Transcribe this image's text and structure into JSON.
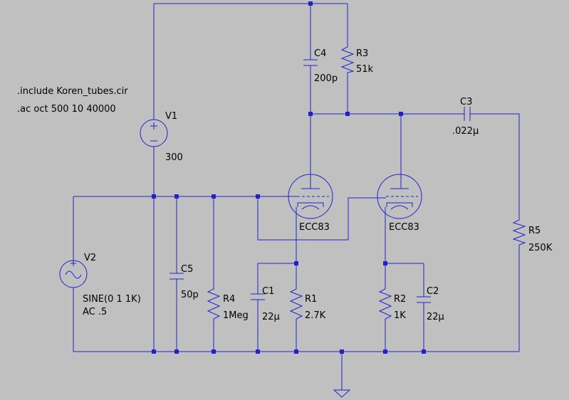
{
  "directives": [
    ".include Koren_tubes.cir",
    ".ac oct 500 10 40000"
  ],
  "colors": {
    "background": "#c0c0c0",
    "wire": "#2222cc",
    "text": "#000000"
  },
  "components": {
    "V1": {
      "ref": "V1",
      "value": "300"
    },
    "V2": {
      "ref": "V2",
      "value": "SINE(0 1 1K)",
      "value2": "AC .5"
    },
    "C1": {
      "ref": "C1",
      "value": "22µ"
    },
    "C2": {
      "ref": "C2",
      "value": "22µ"
    },
    "C3": {
      "ref": "C3",
      "value": ".022µ"
    },
    "C4": {
      "ref": "C4",
      "value": "200p"
    },
    "C5": {
      "ref": "C5",
      "value": "50p"
    },
    "R1": {
      "ref": "R1",
      "value": "2.7K"
    },
    "R2": {
      "ref": "R2",
      "value": "1K"
    },
    "R3": {
      "ref": "R3",
      "value": "51k"
    },
    "R4": {
      "ref": "R4",
      "value": "1Meg"
    },
    "R5": {
      "ref": "R5",
      "value": "250K"
    },
    "U1": {
      "value": "ECC83"
    },
    "U2": {
      "value": "ECC83"
    }
  }
}
